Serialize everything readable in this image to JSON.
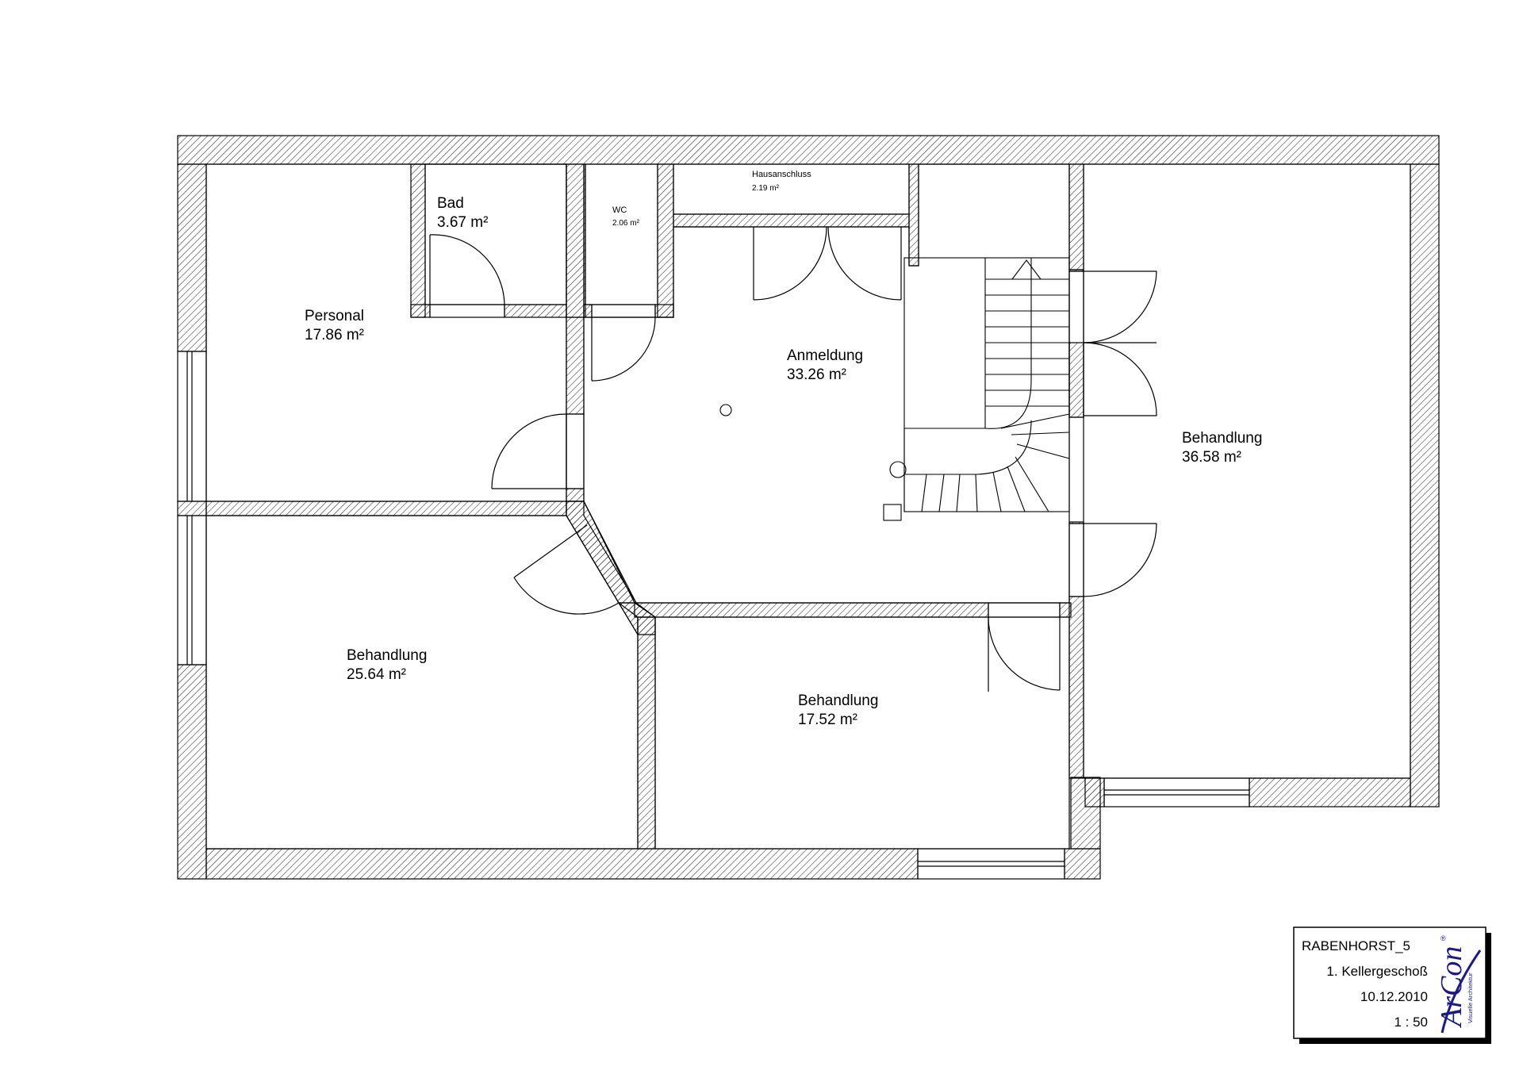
{
  "rooms": {
    "personal": {
      "name": "Personal",
      "area": "17.86 m²"
    },
    "bad": {
      "name": "Bad",
      "area": "3.67 m²"
    },
    "wc": {
      "name": "WC",
      "area": "2.06 m²"
    },
    "hausanschluss": {
      "name": "Hausanschluss",
      "area": "2.19 m²"
    },
    "anmeldung": {
      "name": "Anmeldung",
      "area": "33.26 m²"
    },
    "behandlung_east": {
      "name": "Behandlung",
      "area": "36.58 m²"
    },
    "behandlung_southwest": {
      "name": "Behandlung",
      "area": "25.64 m²"
    },
    "behandlung_south": {
      "name": "Behandlung",
      "area": "17.52 m²"
    }
  },
  "title_block": {
    "project": "RABENHORST_5",
    "floor": "1. Kellergeschoß",
    "date": "10.12.2010",
    "scale": "1 : 50",
    "logo_text": "ArCon",
    "logo_subtitle": "Visuelle Architektur",
    "logo_registered": "®"
  },
  "colors": {
    "line": "#000000",
    "logo_blue": "#1a1a8c"
  }
}
